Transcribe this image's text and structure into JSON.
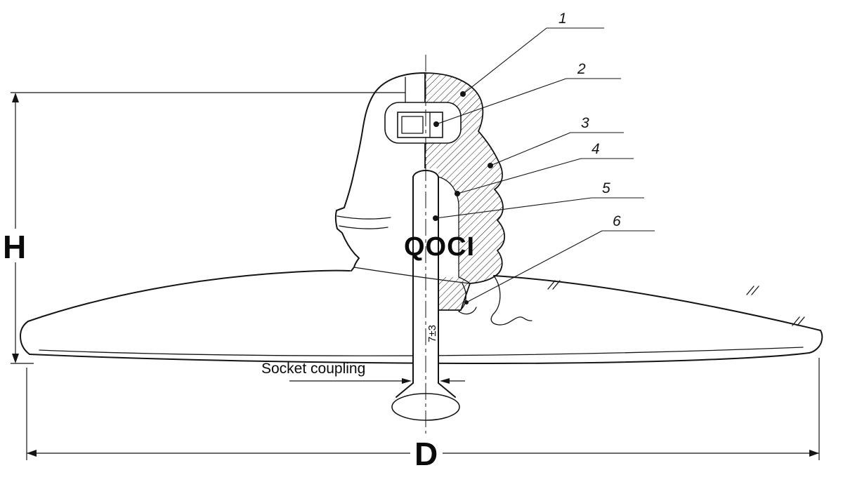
{
  "figure": {
    "brand": "QOCI",
    "height_label": "H",
    "diameter_label": "D",
    "socket_label": "Socket coupling",
    "pin_dimension": "7±3"
  },
  "part_labels": [
    "1",
    "2",
    "3",
    "4",
    "5",
    "6"
  ]
}
